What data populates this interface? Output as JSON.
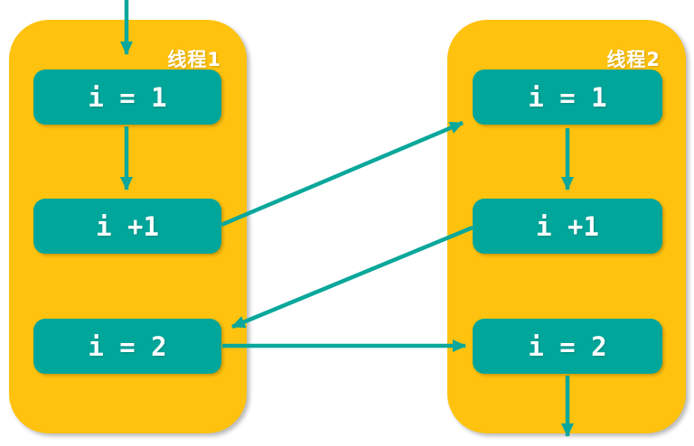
{
  "diagram": {
    "threads": [
      {
        "label": "线程1",
        "nodes": [
          {
            "label": "i = 1"
          },
          {
            "label": "i +1"
          },
          {
            "label": "i = 2"
          }
        ]
      },
      {
        "label": "线程2",
        "nodes": [
          {
            "label": "i = 1"
          },
          {
            "label": "i +1"
          },
          {
            "label": "i = 2"
          }
        ]
      }
    ],
    "arrows": [
      {
        "name": "entry-into-thread1",
        "from": "outside-top",
        "to": "thread1 / i = 1"
      },
      {
        "name": "thread1-step1-to-step2",
        "from": "thread1 / i = 1",
        "to": "thread1 / i +1"
      },
      {
        "name": "thread1-increment-to-thread2-read",
        "from": "thread1 / i +1",
        "to": "thread2 / i = 1"
      },
      {
        "name": "thread2-step1-to-step2",
        "from": "thread2 / i = 1",
        "to": "thread2 / i +1"
      },
      {
        "name": "thread2-increment-to-thread1-write",
        "from": "thread2 / i +1",
        "to": "thread1 / i = 2"
      },
      {
        "name": "thread1-write-to-thread2-write",
        "from": "thread1 / i = 2",
        "to": "thread2 / i = 2"
      },
      {
        "name": "exit-from-thread2",
        "from": "thread2 / i = 2",
        "to": "outside-bottom"
      }
    ],
    "colors": {
      "container_fill": "#FFC20E",
      "node_fill": "#00A69A",
      "arrow_color": "#0AA79B",
      "label_text": "#FFFFFF",
      "node_text": "#FFFFFF",
      "background": "#FFFFFF"
    }
  }
}
